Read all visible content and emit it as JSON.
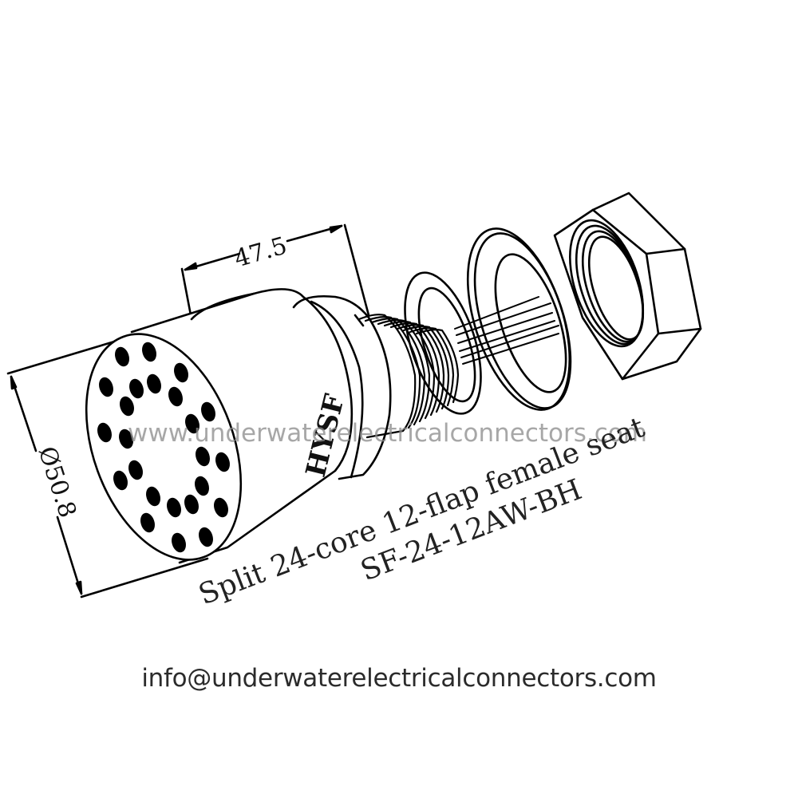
{
  "drawing": {
    "title_line1": "Split 24-core 12-flap female seat",
    "title_line2": "SF-24-12AW-BH",
    "brand_mark": "HYSF",
    "dimensions": {
      "length": "47.5",
      "diameter": "Ø50.8"
    },
    "pin_count": 24,
    "components": [
      "connector-body",
      "threaded-shank",
      "sealing-washer",
      "flat-washer",
      "hex-nut"
    ],
    "line_color": "#000000"
  },
  "watermark": {
    "text": "www.underwaterelectricalconnectors.com"
  },
  "footer": {
    "email": "info@underwaterelectricalconnectors.com"
  }
}
